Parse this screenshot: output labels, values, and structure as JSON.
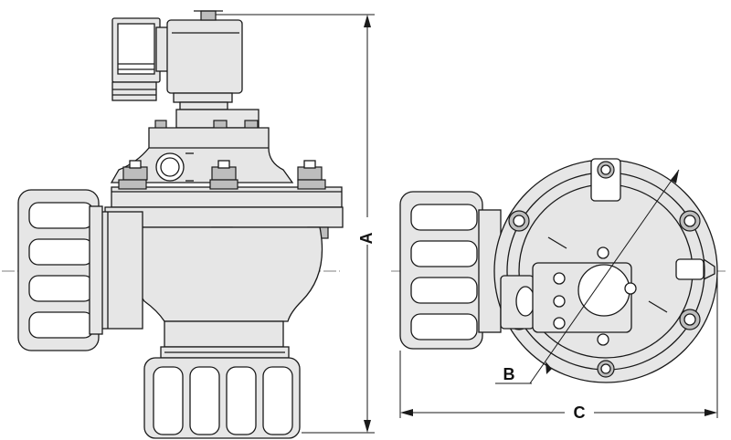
{
  "dimensions": {
    "height_label": "A",
    "orifice_label": "B",
    "width_label": "C"
  }
}
